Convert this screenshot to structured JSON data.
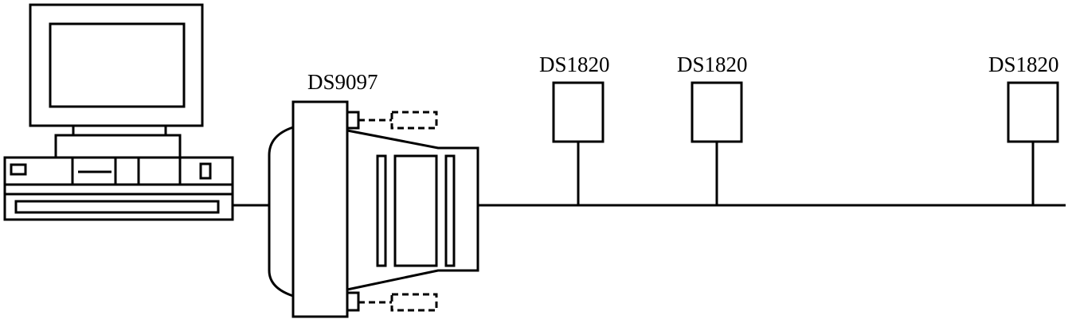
{
  "adapter": {
    "label": "DS9097"
  },
  "sensors": [
    {
      "label": "DS1820"
    },
    {
      "label": "DS1820"
    },
    {
      "label": "DS1820"
    }
  ],
  "colors": {
    "stroke": "#000000",
    "background": "#ffffff"
  }
}
